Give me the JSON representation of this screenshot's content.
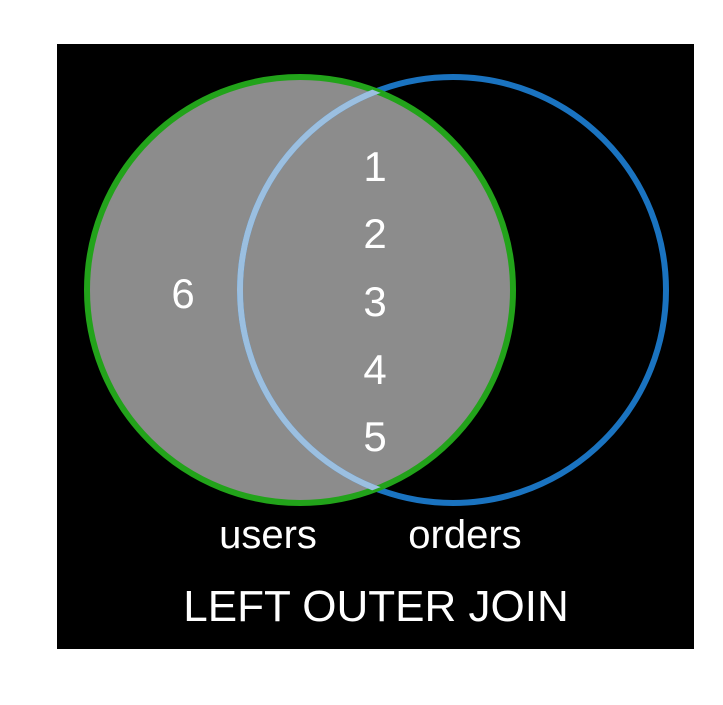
{
  "diagram": {
    "title": "LEFT OUTER JOIN",
    "left_set": {
      "name": "users",
      "only_values": [
        "6"
      ],
      "outline_color": "#22a31a",
      "fill_color": "#8c8c8c"
    },
    "right_set": {
      "name": "orders",
      "outline_color": "#1a73c0"
    },
    "intersection": {
      "values": [
        "1",
        "2",
        "3",
        "4",
        "5"
      ],
      "outline_color": "#9bbfe0"
    },
    "colors": {
      "background": "#000000",
      "text": "#ffffff"
    }
  }
}
